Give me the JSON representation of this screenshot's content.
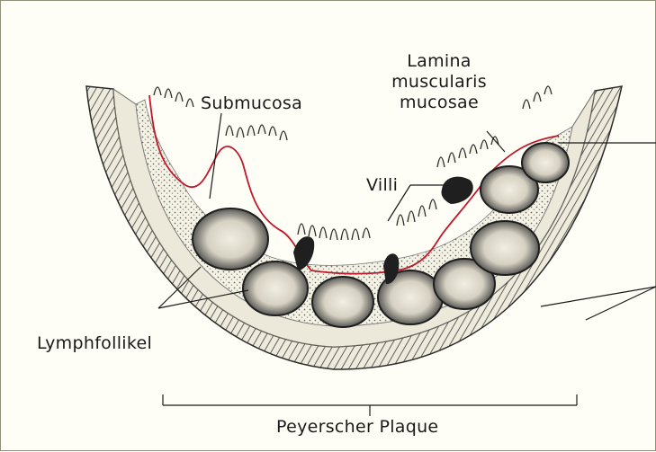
{
  "labels": {
    "lamina_line1": "Lamina",
    "lamina_line2": "muscularis",
    "lamina_line3": "mucosae",
    "submucosa": "Submucosa",
    "villi": "Villi",
    "lymphfollikel": "Lymphfollikel",
    "peyerscher_plaque": "Peyerscher Plaque"
  },
  "colors": {
    "background": "#fefef6",
    "ink": "#1a1a1a",
    "lamina_line": "#c0182a",
    "tissue_light": "#e7e2d2",
    "follicle_dark": "#3b3b3b"
  }
}
